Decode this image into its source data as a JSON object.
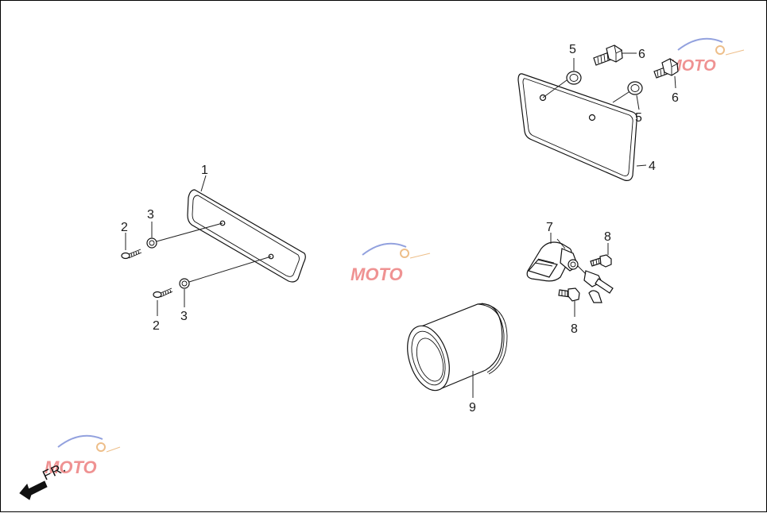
{
  "direction": {
    "label": "FR."
  },
  "watermark": {
    "text": "MOTO",
    "colors": {
      "m": "#e23a3a",
      "swoosh": "#3a55c4",
      "gear": "#e08a2a"
    }
  },
  "callouts": {
    "c1": "1",
    "c2a": "2",
    "c2b": "2",
    "c3a": "3",
    "c3b": "3",
    "c4": "4",
    "c5a": "5",
    "c5b": "5",
    "c6a": "6",
    "c6b": "6",
    "c7": "7",
    "c8a": "8",
    "c8b": "8",
    "c9": "9"
  }
}
